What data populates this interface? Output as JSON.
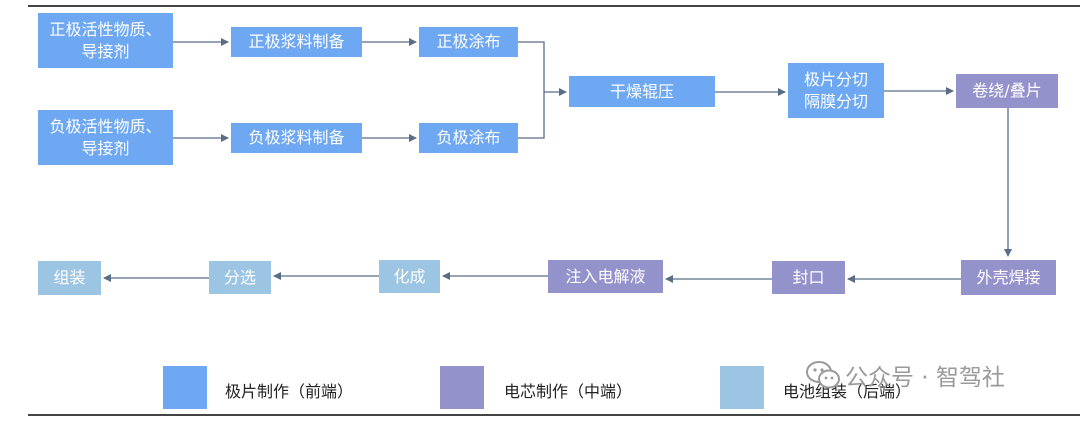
{
  "colors": {
    "front_end": "#6ea8f2",
    "middle": "#9492cb",
    "back_end": "#9cc4e3",
    "arrow": "#5a6d86"
  },
  "nodes": {
    "pos_material": "正极活性物质、\n导接剂",
    "pos_slurry": "正极浆料制备",
    "pos_coating": "正极涂布",
    "neg_material": "负极活性物质、\n导接剂",
    "neg_slurry": "负极浆料制备",
    "neg_coating": "负极涂布",
    "dry_roll": "干燥辊压",
    "cutting": "极片分切\n隔膜分切",
    "winding": "卷绕/叠片",
    "welding": "外壳焊接",
    "sealing": "封口",
    "electrolyte": "注入电解液",
    "formation": "化成",
    "sorting": "分选",
    "assembly": "组装"
  },
  "legend": {
    "front": "极片制作（前端）",
    "middle": "电芯制作（中端）",
    "back": "电池组装（后端）"
  },
  "watermark": {
    "text": "公众号 · 智驾社",
    "icon": "wechat-icon"
  }
}
